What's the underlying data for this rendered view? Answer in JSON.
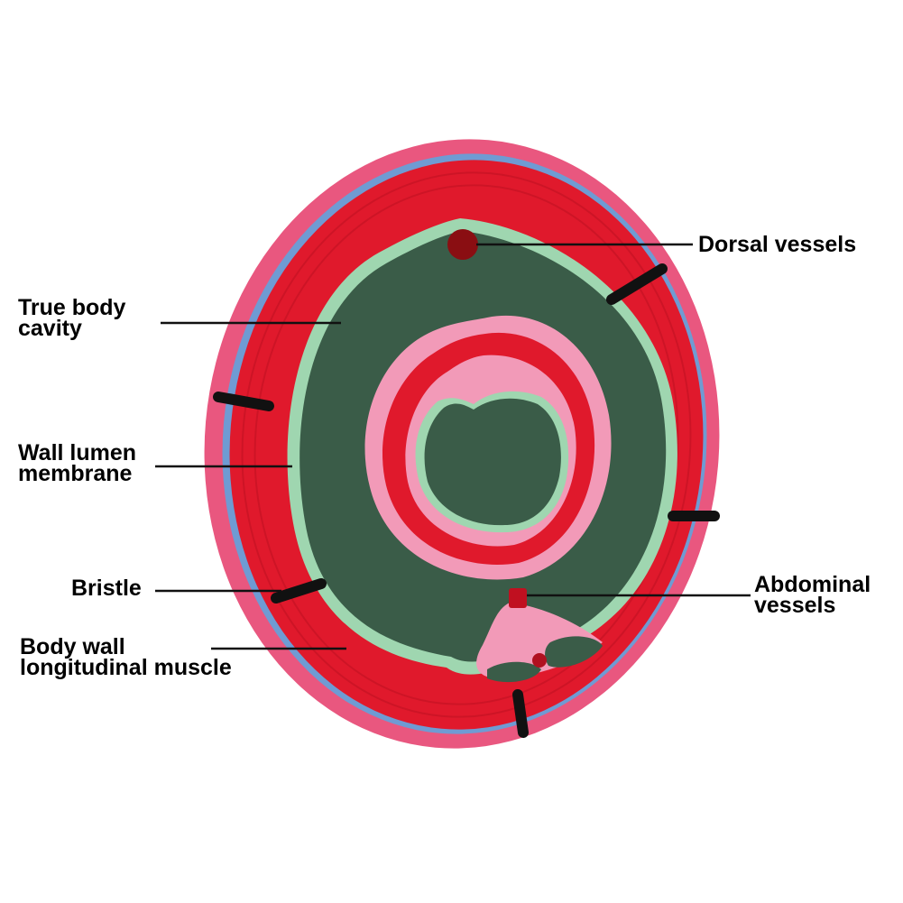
{
  "labels": {
    "dorsal_vessels": "Dorsal vessels",
    "true_body_cavity": [
      "True body",
      "cavity"
    ],
    "wall_lumen_membrane": [
      "Wall lumen",
      "membrane"
    ],
    "bristle": "Bristle",
    "abdominal_vessels": [
      "Abdominal",
      "vessels"
    ],
    "body_wall_muscle": [
      "Body wall",
      "longitudinal muscle"
    ]
  },
  "colors": {
    "muscle_red": "#e0192c",
    "outer_pink": "#e9577f",
    "membrane_blue": "#6f9bd3",
    "cavity_green": "#3a5c48",
    "membrane_light_green": "#9fd6b0",
    "intestine_pink": "#f29ab8",
    "vessel_dark_red": "#8a0e12",
    "bristle_black": "#111111"
  }
}
